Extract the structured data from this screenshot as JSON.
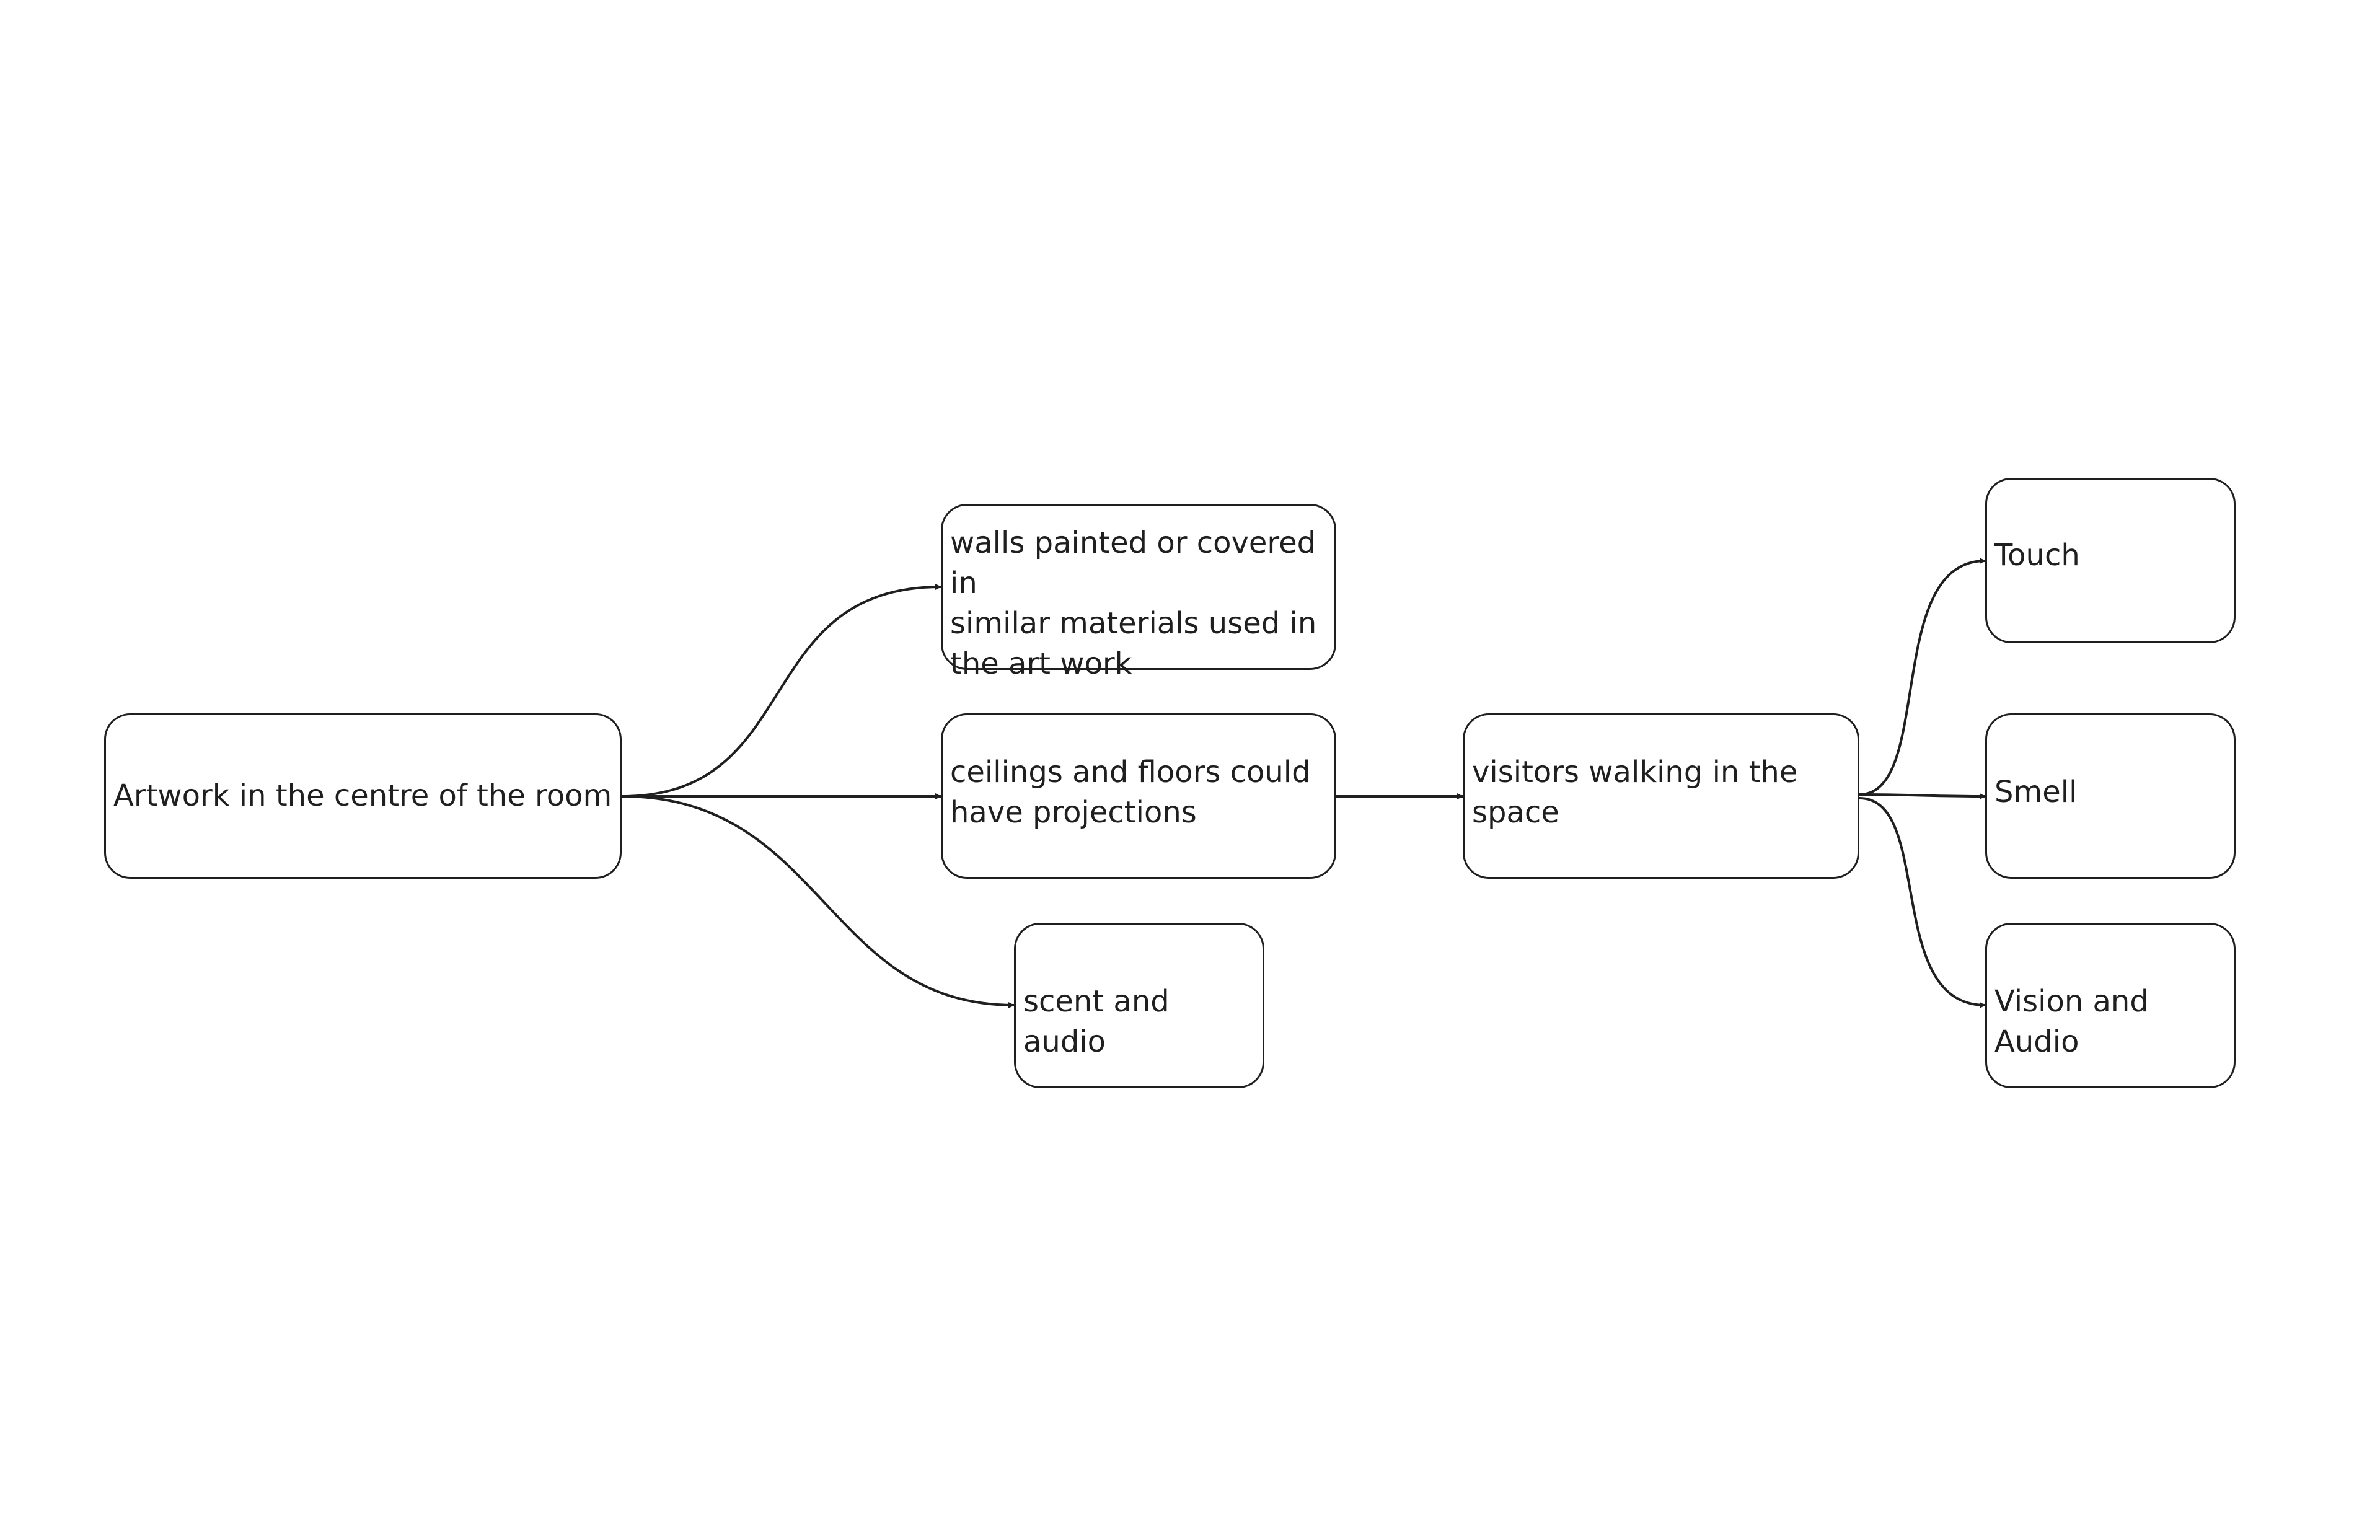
{
  "diagram": {
    "nodes": [
      {
        "id": "artwork",
        "label": "Artwork in the centre of the room"
      },
      {
        "id": "walls",
        "label": "walls painted or covered in\nsimilar materials used in\nthe art work"
      },
      {
        "id": "ceilings",
        "label": "ceilings and floors could\nhave projections"
      },
      {
        "id": "scent",
        "label": "scent and audio"
      },
      {
        "id": "visitors",
        "label": "visitors walking in the\nspace"
      },
      {
        "id": "touch",
        "label": "Touch"
      },
      {
        "id": "smell",
        "label": "Smell"
      },
      {
        "id": "vision",
        "label": "Vision and Audio"
      }
    ],
    "edges": [
      {
        "from": "artwork",
        "to": "walls"
      },
      {
        "from": "artwork",
        "to": "ceilings"
      },
      {
        "from": "artwork",
        "to": "scent"
      },
      {
        "from": "ceilings",
        "to": "visitors"
      },
      {
        "from": "visitors",
        "to": "touch"
      },
      {
        "from": "visitors",
        "to": "smell"
      },
      {
        "from": "visitors",
        "to": "vision"
      }
    ],
    "colors": {
      "stroke": "#1f1f1f",
      "background": "#ffffff"
    }
  }
}
